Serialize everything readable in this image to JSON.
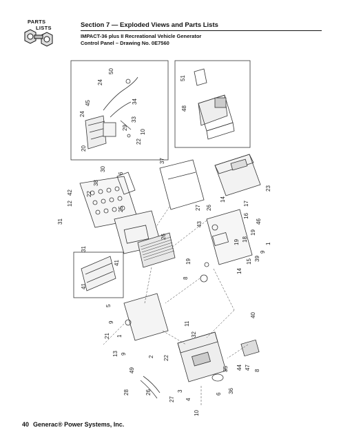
{
  "logo": {
    "line1": "PARTS",
    "line2": "LISTS"
  },
  "header": {
    "section_title": "Section 7 — Exploded Views and Parts Lists",
    "subtitle_1": "IMPACT-36 plus II Recreational Vehicle Generator",
    "subtitle_2": "Control Panel – Drawing No. 0E7560"
  },
  "callouts": [
    "50",
    "24",
    "45",
    "24",
    "34",
    "29",
    "33",
    "10",
    "22",
    "20",
    "51",
    "48",
    "37",
    "30",
    "6",
    "38",
    "42",
    "22",
    "12",
    "31",
    "25",
    "26",
    "27",
    "26",
    "14",
    "17",
    "16",
    "43",
    "46",
    "19",
    "18",
    "19",
    "1",
    "31",
    "41",
    "41",
    "8",
    "19",
    "14",
    "15",
    "39",
    "9",
    "23",
    "5",
    "9",
    "21",
    "1",
    "13",
    "9",
    "11",
    "32",
    "2",
    "22",
    "49",
    "28",
    "26",
    "27",
    "3",
    "4",
    "10",
    "6",
    "36",
    "35",
    "44",
    "40",
    "47",
    "8"
  ],
  "footer": {
    "page_number": "40",
    "company": "Generac® Power Systems, Inc."
  }
}
